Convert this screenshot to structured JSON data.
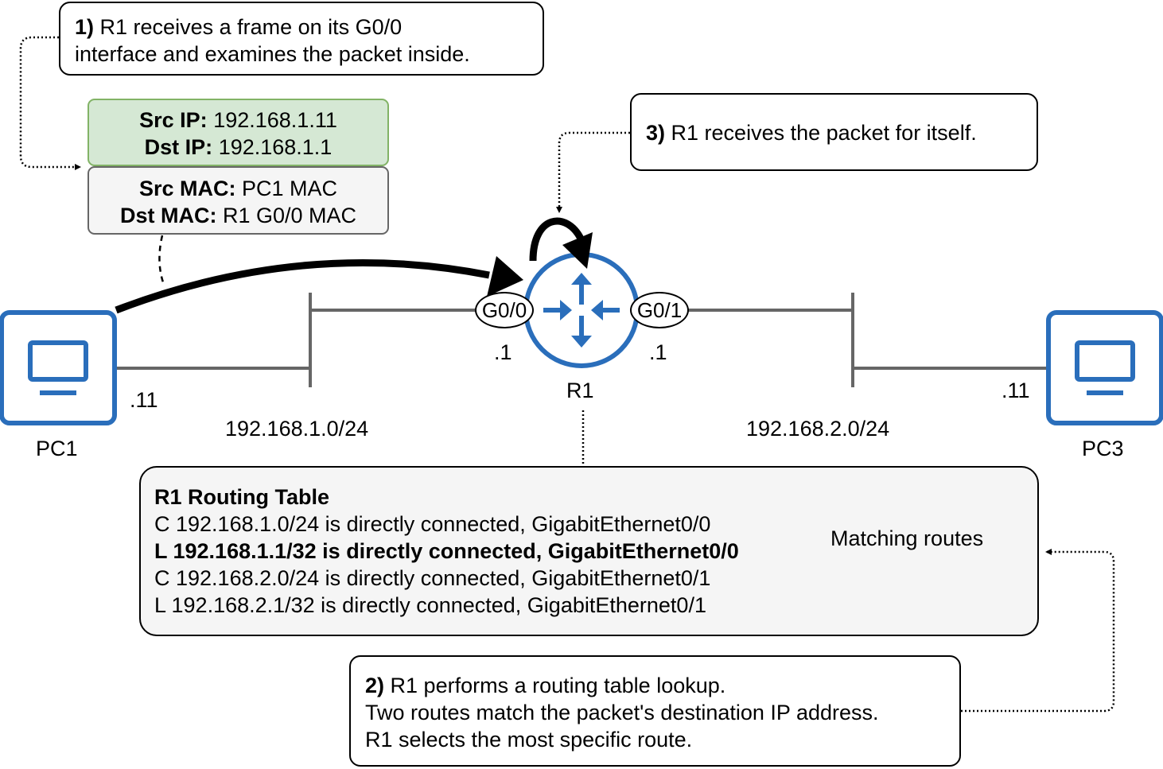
{
  "step1": {
    "num": "1)",
    "line1": "R1 receives a frame on its G0/0",
    "line2": "interface and examines the packet inside."
  },
  "step3": {
    "num": "3)",
    "text": "R1 receives the packet for itself."
  },
  "step2": {
    "num": "2)",
    "line1": "R1 performs a routing table lookup.",
    "line2": "Two routes match the packet's destination IP address.",
    "line3": "R1 selects the most specific route."
  },
  "ip_header": {
    "src_label": "Src IP:",
    "src_value": "192.168.1.11",
    "dst_label": "Dst IP:",
    "dst_value": "192.168.1.1"
  },
  "mac_header": {
    "src_label": "Src MAC:",
    "src_value": "PC1 MAC",
    "dst_label": "Dst MAC:",
    "dst_value": "R1 G0/0 MAC"
  },
  "devices": {
    "pc1": "PC1",
    "pc3": "PC3",
    "router": "R1"
  },
  "interfaces": {
    "g00": "G0/0",
    "g01": "G0/1"
  },
  "addresses": {
    "pc1_host": ".11",
    "r1_g00": ".1",
    "r1_g01": ".1",
    "pc3_host": ".11"
  },
  "networks": {
    "left": "192.168.1.0/24",
    "right": "192.168.2.0/24"
  },
  "routing_table": {
    "title": "R1 Routing Table",
    "routes": [
      "C 192.168.1.0/24 is directly connected, GigabitEthernet0/0",
      "L 192.168.1.1/32 is directly connected, GigabitEthernet0/0",
      "C 192.168.2.0/24 is directly connected, GigabitEthernet0/1",
      "L 192.168.2.1/32 is directly connected, GigabitEthernet0/1"
    ],
    "matching_label": "Matching routes"
  },
  "colors": {
    "device_blue": "#2a6ebb",
    "link_gray": "#666666",
    "ip_fill": "#d5e8d4",
    "ip_border": "#82b366",
    "mac_fill": "#f5f5f5"
  },
  "icons": {
    "pc": "monitor-icon",
    "router": "router-arrows-icon"
  }
}
